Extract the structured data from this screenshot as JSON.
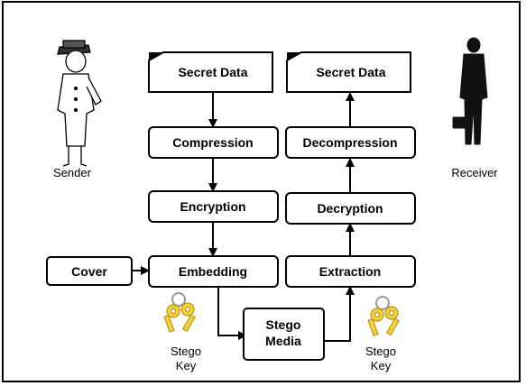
{
  "diagram": {
    "sender": {
      "label": "Sender"
    },
    "receiver": {
      "label": "Receiver"
    },
    "sender_pipeline": {
      "secret_data": "Secret Data",
      "compression": "Compression",
      "encryption": "Encryption",
      "embedding": "Embedding"
    },
    "cover": "Cover",
    "stego_media": {
      "line1": "Stego",
      "line2": "Media"
    },
    "receiver_pipeline": {
      "extraction": "Extraction",
      "decryption": "Decryption",
      "decompression": "Decompression",
      "secret_data": "Secret Data"
    },
    "stego_key_left": {
      "line1": "Stego",
      "line2": "Key"
    },
    "stego_key_right": {
      "line1": "Stego",
      "line2": "Key"
    },
    "colors": {
      "stroke": "#000000",
      "key_fill": "#f4d23a",
      "key_dark": "#b8941a"
    }
  }
}
